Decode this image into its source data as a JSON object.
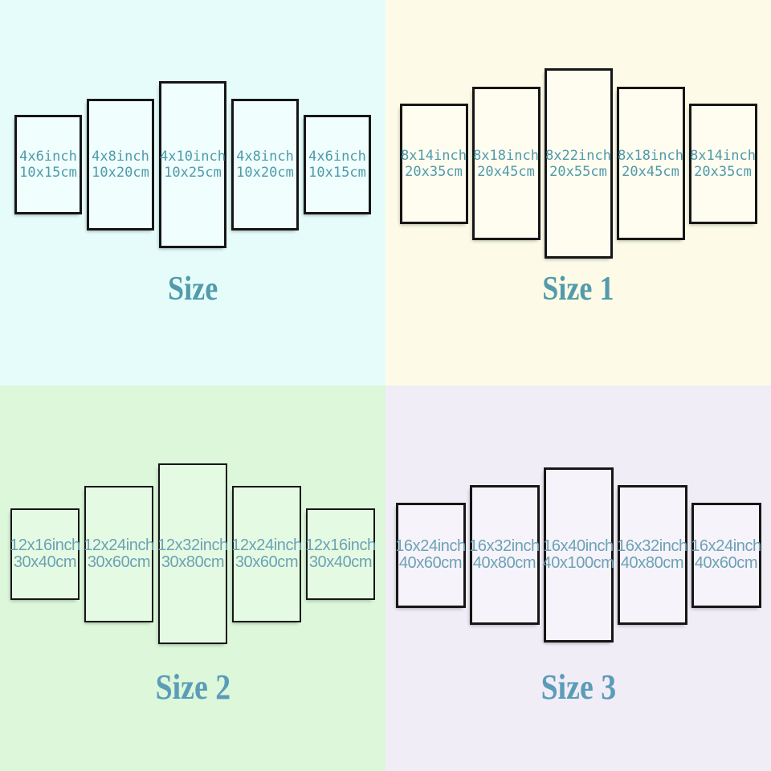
{
  "image_type": "five-panel canvas wall art size chart, four size options",
  "colors": {
    "q1_background": "#e5fcfa",
    "q2_background": "#fdfbe7",
    "q3_background": "#dcf7da",
    "q4_background": "#f1edf7",
    "panel_border": "#161616",
    "label_teal_top": "#4f9aab",
    "label_blue_bottom": "#6ba2b5",
    "title_teal_top": "#539bab",
    "title_blue_bottom": "#5b9cb8"
  },
  "quadrants": [
    {
      "title": "Size",
      "panels": [
        {
          "inch": "4x6inch",
          "cm": "10x15cm"
        },
        {
          "inch": "4x8inch",
          "cm": "10x20cm"
        },
        {
          "inch": "4x10inch",
          "cm": "10x25cm"
        },
        {
          "inch": "4x8inch",
          "cm": "10x20cm"
        },
        {
          "inch": "4x6inch",
          "cm": "10x15cm"
        }
      ]
    },
    {
      "title": "Size 1",
      "panels": [
        {
          "inch": "8x14inch",
          "cm": "20x35cm"
        },
        {
          "inch": "8x18inch",
          "cm": "20x45cm"
        },
        {
          "inch": "8x22inch",
          "cm": "20x55cm"
        },
        {
          "inch": "8x18inch",
          "cm": "20x45cm"
        },
        {
          "inch": "8x14inch",
          "cm": "20x35cm"
        }
      ]
    },
    {
      "title": "Size 2",
      "panels": [
        {
          "inch": "12x16inch",
          "cm": "30x40cm"
        },
        {
          "inch": "12x24inch",
          "cm": "30x60cm"
        },
        {
          "inch": "12x32inch",
          "cm": "30x80cm"
        },
        {
          "inch": "12x24inch",
          "cm": "30x60cm"
        },
        {
          "inch": "12x16inch",
          "cm": "30x40cm"
        }
      ]
    },
    {
      "title": "Size 3",
      "panels": [
        {
          "inch": "16x24inch",
          "cm": "40x60cm"
        },
        {
          "inch": "16x32inch",
          "cm": "40x80cm"
        },
        {
          "inch": "16x40inch",
          "cm": "40x100cm"
        },
        {
          "inch": "16x32inch",
          "cm": "40x80cm"
        },
        {
          "inch": "16x24inch",
          "cm": "40x60cm"
        }
      ]
    }
  ]
}
